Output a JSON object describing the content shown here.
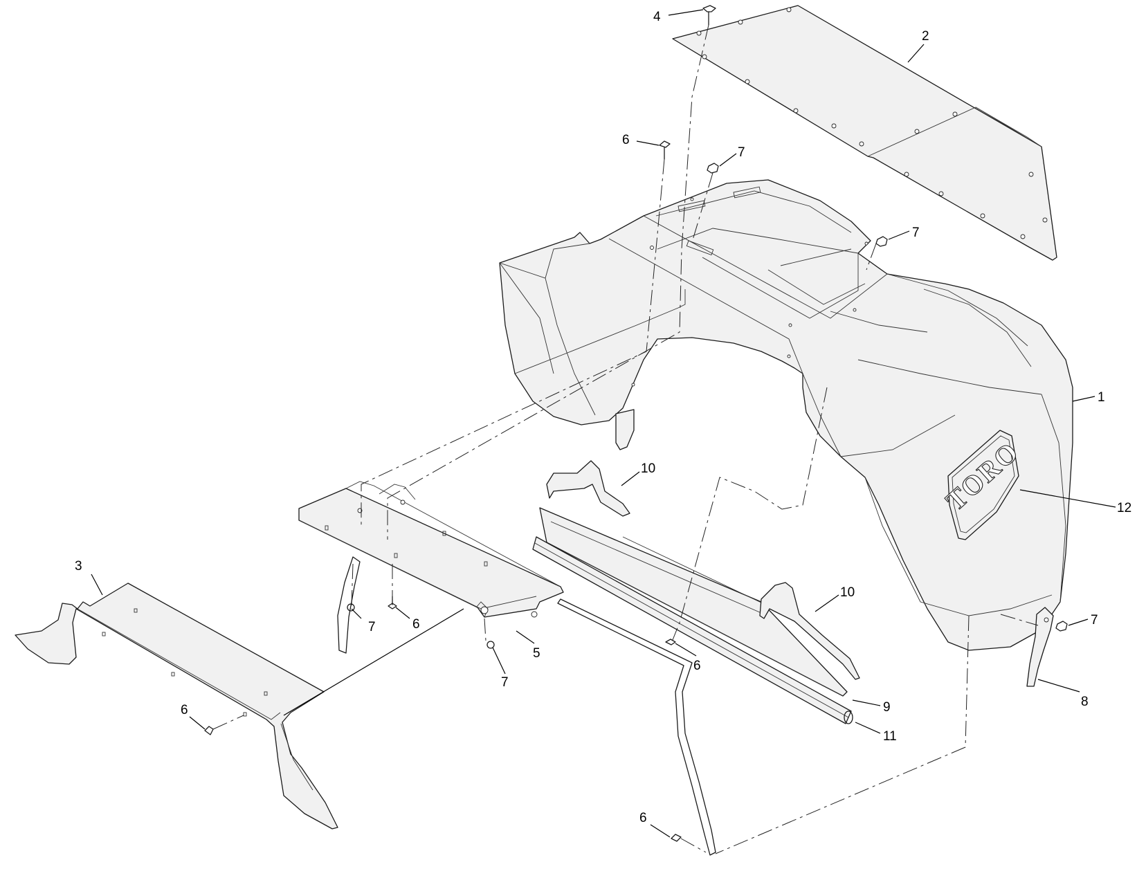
{
  "diagram": {
    "callouts": [
      {
        "id": "c1",
        "label": "1"
      },
      {
        "id": "c2",
        "label": "2"
      },
      {
        "id": "c3",
        "label": "3"
      },
      {
        "id": "c4",
        "label": "4"
      },
      {
        "id": "c5",
        "label": "5"
      },
      {
        "id": "c6a",
        "label": "6"
      },
      {
        "id": "c6b",
        "label": "6"
      },
      {
        "id": "c6c",
        "label": "6"
      },
      {
        "id": "c6d",
        "label": "6"
      },
      {
        "id": "c6e",
        "label": "6"
      },
      {
        "id": "c7a",
        "label": "7"
      },
      {
        "id": "c7b",
        "label": "7"
      },
      {
        "id": "c7c",
        "label": "7"
      },
      {
        "id": "c7d",
        "label": "7"
      },
      {
        "id": "c7e",
        "label": "7"
      },
      {
        "id": "c8",
        "label": "8"
      },
      {
        "id": "c9",
        "label": "9"
      },
      {
        "id": "c10a",
        "label": "10"
      },
      {
        "id": "c10b",
        "label": "10"
      },
      {
        "id": "c11",
        "label": "11"
      },
      {
        "id": "c12",
        "label": "12"
      }
    ],
    "logo": {
      "text": "TORO"
    }
  }
}
